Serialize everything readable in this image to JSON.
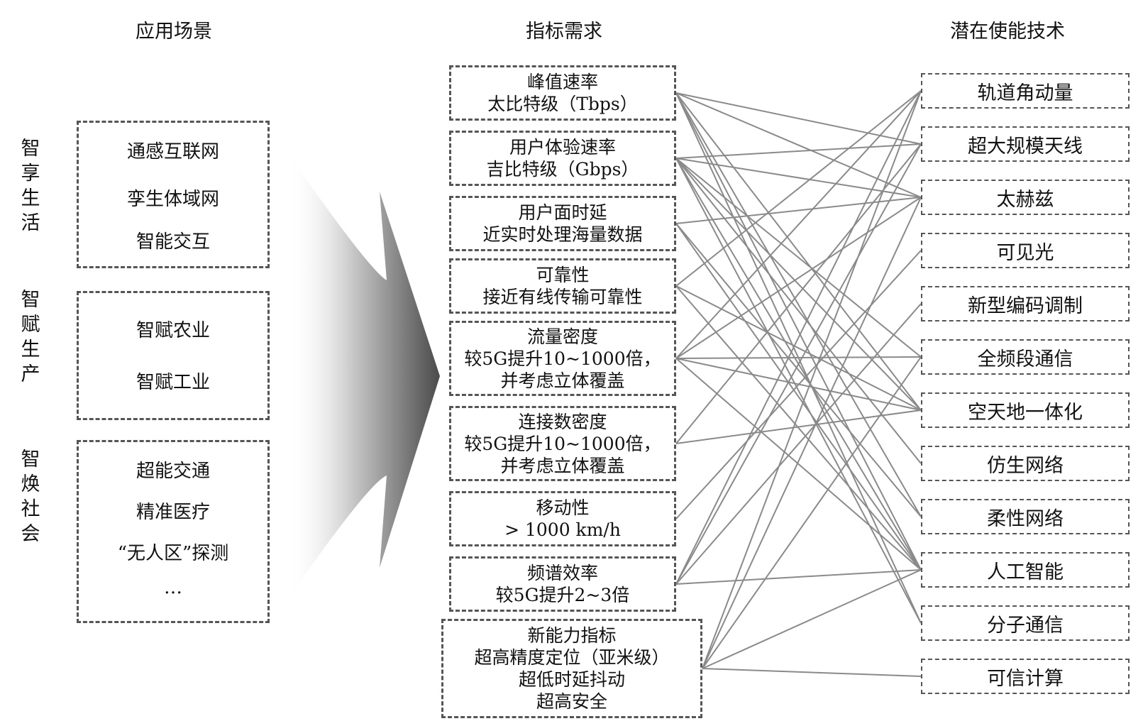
{
  "titles": {
    "scenarios": "应用场景",
    "metrics": "指标需求",
    "technologies": "潜在使能技术"
  },
  "categories": [
    "智享生活",
    "智赋生产",
    "智焕社会"
  ],
  "scenario_groups": [
    {
      "items": [
        "通感互联网",
        "孪生体域网",
        "智能交互"
      ]
    },
    {
      "items": [
        "智赋农业",
        "智赋工业"
      ]
    },
    {
      "items": [
        "超能交通",
        "精准医疗",
        "“无人区”探测",
        "…"
      ]
    }
  ],
  "metrics": [
    {
      "lines": [
        "峰值速率",
        "太比特级（Tbps）"
      ]
    },
    {
      "lines": [
        "用户体验速率",
        "吉比特级（Gbps）"
      ]
    },
    {
      "lines": [
        "用户面时延",
        "近实时处理海量数据"
      ]
    },
    {
      "lines": [
        "可靠性",
        "接近有线传输可靠性"
      ]
    },
    {
      "lines": [
        "流量密度",
        "较5G提升10~1000倍，",
        "并考虑立体覆盖"
      ]
    },
    {
      "lines": [
        "连接数密度",
        "较5G提升10~1000倍，",
        "并考虑立体覆盖"
      ]
    },
    {
      "lines": [
        "移动性",
        "> 1000 km/h"
      ]
    },
    {
      "lines": [
        "频谱效率",
        "较5G提升2~3倍"
      ]
    },
    {
      "lines": [
        "新能力指标",
        "超高精度定位（亚米级）",
        "超低时延抖动",
        "超高安全"
      ]
    }
  ],
  "technologies": [
    "轨道角动量",
    "超大规模天线",
    "太赫兹",
    "可见光",
    "新型编码调制",
    "全频段通信",
    "空天地一体化",
    "仿生网络",
    "柔性网络",
    "人工智能",
    "分子通信",
    "可信计算"
  ],
  "links": [
    [
      0,
      1
    ],
    [
      0,
      2
    ],
    [
      0,
      6
    ],
    [
      0,
      8
    ],
    [
      0,
      9
    ],
    [
      0,
      10
    ],
    [
      1,
      1
    ],
    [
      1,
      2
    ],
    [
      1,
      5
    ],
    [
      1,
      6
    ],
    [
      1,
      7
    ],
    [
      1,
      9
    ],
    [
      1,
      10
    ],
    [
      2,
      2
    ],
    [
      2,
      8
    ],
    [
      2,
      9
    ],
    [
      3,
      0
    ],
    [
      3,
      6
    ],
    [
      3,
      9
    ],
    [
      4,
      0
    ],
    [
      4,
      2
    ],
    [
      4,
      5
    ],
    [
      4,
      6
    ],
    [
      4,
      9
    ],
    [
      5,
      1
    ],
    [
      5,
      6
    ],
    [
      6,
      3
    ],
    [
      7,
      0
    ],
    [
      7,
      1
    ],
    [
      7,
      4
    ],
    [
      7,
      9
    ],
    [
      8,
      0
    ],
    [
      8,
      2
    ],
    [
      8,
      5
    ],
    [
      8,
      9
    ],
    [
      8,
      11
    ]
  ],
  "colors": {
    "line": "#8a8a8a",
    "border": "#555555",
    "funnel_dark": "#4a4a4a"
  }
}
